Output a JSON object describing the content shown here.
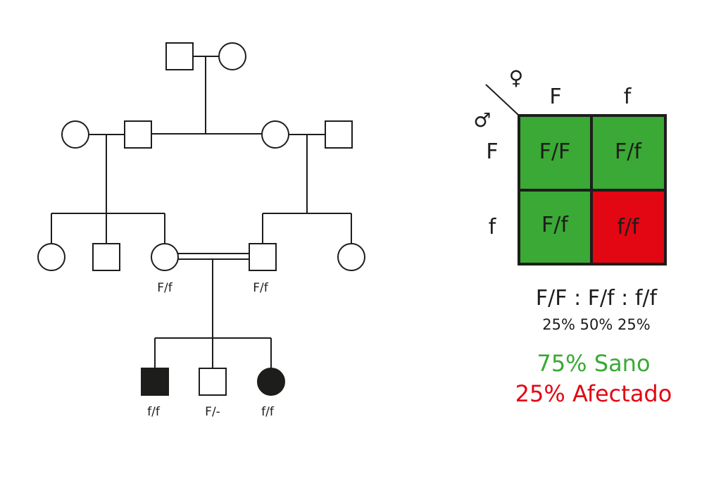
{
  "pedigree": {
    "labels": {
      "mother_gen2": "F/f",
      "father_gen2": "F/f",
      "child1": "f/f",
      "child2": "F/-",
      "child3": "f/f"
    }
  },
  "punnett": {
    "female_symbol": "♀",
    "male_symbol": "♂",
    "col_headers": [
      "F",
      "f"
    ],
    "row_headers": [
      "F",
      "f"
    ],
    "cells": [
      "F/F",
      "F/f",
      "F/f",
      "f/f"
    ],
    "ratio": "F/F : F/f : f/f",
    "percents": "25% 50% 25%",
    "healthy": "75% Sano",
    "affected": "25% Afectado"
  },
  "colors": {
    "healthy": "#3aa935",
    "affected": "#e30613",
    "line": "#1d1d1b"
  }
}
